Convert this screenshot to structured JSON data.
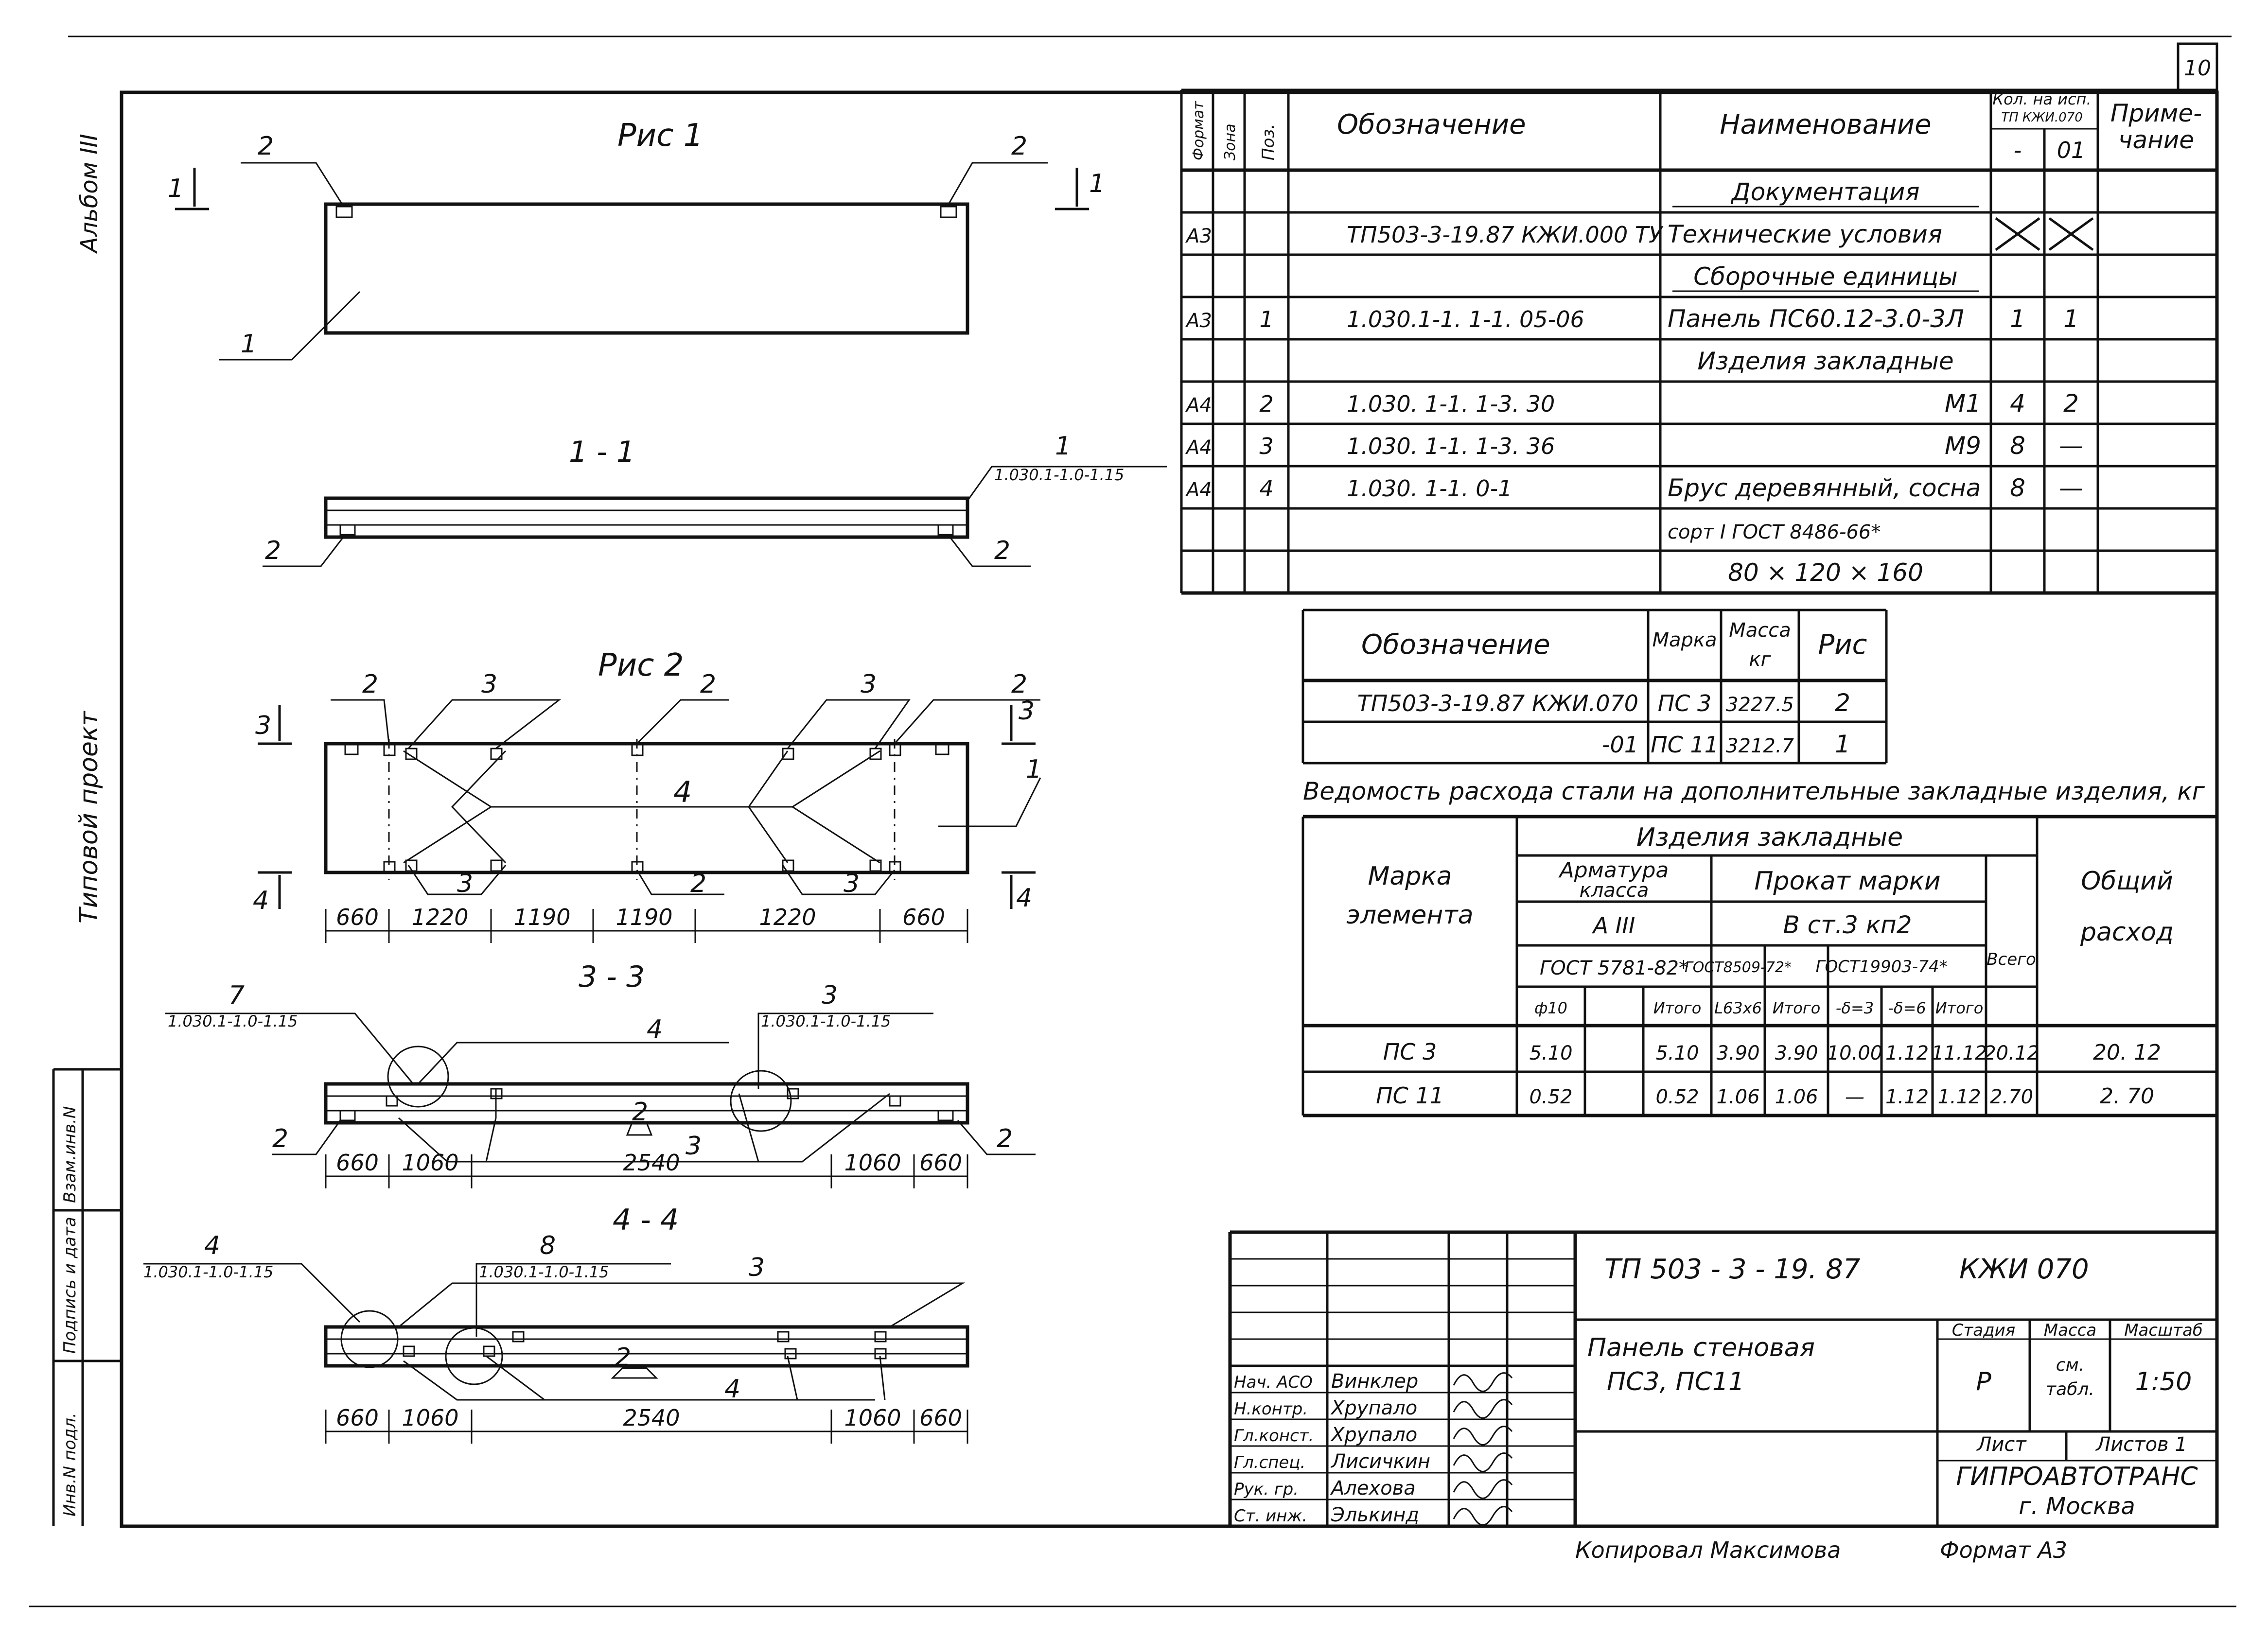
{
  "page_number": "10",
  "side_labels": {
    "album": "Альбом III",
    "project": "Типовой проект",
    "stamp_cells": [
      "Инв.N подл.",
      "Подпись и дата",
      "Взам.инв.N"
    ]
  },
  "figures": {
    "ris1": "Рис 1",
    "ris2": "Рис 2",
    "sec11": "1 - 1",
    "sec33": "3 - 3",
    "sec44": "4 - 4",
    "cut1": "1",
    "cut3": "3",
    "cut4": "4",
    "callouts": {
      "n1": "1",
      "n2": "2",
      "n3": "3",
      "n4": "4",
      "n7": "7",
      "n8": "8",
      "ref": "1.030.1-1.0-1.15"
    },
    "dims_ris2": [
      "660",
      "1220",
      "1190",
      "1190",
      "1220",
      "660"
    ],
    "dims_sec": [
      "660",
      "1060",
      "2540",
      "1060",
      "660"
    ]
  },
  "spec_table": {
    "headers": {
      "format": "Формат",
      "zone": "Зона",
      "pos": "Поз.",
      "designation": "Обозначение",
      "name": "Наименование",
      "qty": "Кол. на исп.",
      "qty_sub": "ТП   КЖИ.070",
      "qty_a": "-",
      "qty_b": "01",
      "note": "Приме-чание"
    },
    "rows": [
      {
        "format": "",
        "pos": "",
        "designation": "",
        "name": "Документация",
        "underline": true,
        "q1": "",
        "q2": ""
      },
      {
        "format": "А3",
        "pos": "",
        "designation": "ТП503-3-19.87     КЖИ.000 ТУ",
        "name": "Технические условия",
        "q1": "",
        "q2": "",
        "cross": true
      },
      {
        "format": "",
        "pos": "",
        "designation": "",
        "name": "Сборочные единицы",
        "underline": true,
        "q1": "",
        "q2": ""
      },
      {
        "format": "А3",
        "pos": "1",
        "designation": "1.030.1-1. 1-1. 05-06",
        "name": "Панель ПС60.12-3.0-3Л",
        "q1": "1",
        "q2": "1"
      },
      {
        "format": "",
        "pos": "",
        "designation": "",
        "name": "Изделия закладные",
        "q1": "",
        "q2": ""
      },
      {
        "format": "А4",
        "pos": "2",
        "designation": "1.030. 1-1. 1-3. 30",
        "name": "М1",
        "q1": "4",
        "q2": "2"
      },
      {
        "format": "А4",
        "pos": "3",
        "designation": "1.030. 1-1. 1-3. 36",
        "name": "М9",
        "q1": "8",
        "q2": "—"
      },
      {
        "format": "А4",
        "pos": "4",
        "designation": "1.030. 1-1. 0-1",
        "name": "Брус деревянный, сосна",
        "q1": "8",
        "q2": "—"
      },
      {
        "format": "",
        "pos": "",
        "designation": "",
        "name": "сорт I ГОСТ 8486-66*",
        "q1": "",
        "q2": ""
      },
      {
        "format": "",
        "pos": "",
        "designation": "",
        "name": "80 × 120 × 160",
        "q1": "",
        "q2": ""
      }
    ]
  },
  "mark_table": {
    "headers": [
      "Обозначение",
      "Марка",
      "Масса кг",
      "Рис"
    ],
    "rows": [
      [
        "ТП503-3-19.87     КЖИ.070",
        "ПС 3",
        "3227.5",
        "2"
      ],
      [
        "-01",
        "ПС 11",
        "3212.7",
        "1"
      ]
    ]
  },
  "steel_table": {
    "title": "Ведомость расхода стали на дополнительные закладные изделия, кг",
    "h_mark": "Марка элемента",
    "h_items": "Изделия    закладные",
    "h_total": "Общий расход",
    "h_rebar": "Арматура класса",
    "h_rebar_class": "А III",
    "h_rolled": "Прокат марки",
    "h_rolled_grade": "В ст.3  кп2",
    "h_gost1": "ГОСТ 5781-82*",
    "h_gost2": "ГОСТ8509-72*",
    "h_gost3": "ГОСТ19903-74*",
    "h_all": "Всего",
    "h_cols": [
      "ф10",
      "",
      "Итого",
      "L63х6",
      "Итого",
      "-δ=3",
      "-δ=6",
      "Итого"
    ],
    "rows": [
      [
        "ПС 3",
        "5.10",
        "",
        "5.10",
        "3.90",
        "3.90",
        "10.00",
        "1.12",
        "11.12",
        "20.12",
        "20. 12"
      ],
      [
        "ПС 11",
        "0.52",
        "",
        "0.52",
        "1.06",
        "1.06",
        "—",
        "1.12",
        "1.12",
        "2.70",
        "2. 70"
      ]
    ]
  },
  "title_block": {
    "code": "ТП  503 - 3 - 19. 87",
    "doc": "КЖИ 070",
    "title": "Панель стеновая  ПС3, ПС11",
    "stage_h": "Стадия",
    "mass_h": "Масса",
    "scale_h": "Масштаб",
    "stage": "Р",
    "mass": "см. табл.",
    "scale": "1:50",
    "sheet_h": "Лист",
    "sheets_h": "Листов  1",
    "org": "ГИПРОАВТОТРАНС",
    "city": "г. Москва",
    "people": [
      [
        "Нач. АСО",
        "Винклер"
      ],
      [
        "Н.контр.",
        "Хрупало"
      ],
      [
        "Гл.конст.",
        "Хрупало"
      ],
      [
        "Гл.спец.",
        "Лисичкин"
      ],
      [
        "Рук. гр.",
        "Алехова"
      ],
      [
        "Ст. инж.",
        "Элькинд"
      ]
    ]
  },
  "footer": {
    "copied": "Копировал  Максимова",
    "format": "Формат  А3"
  }
}
